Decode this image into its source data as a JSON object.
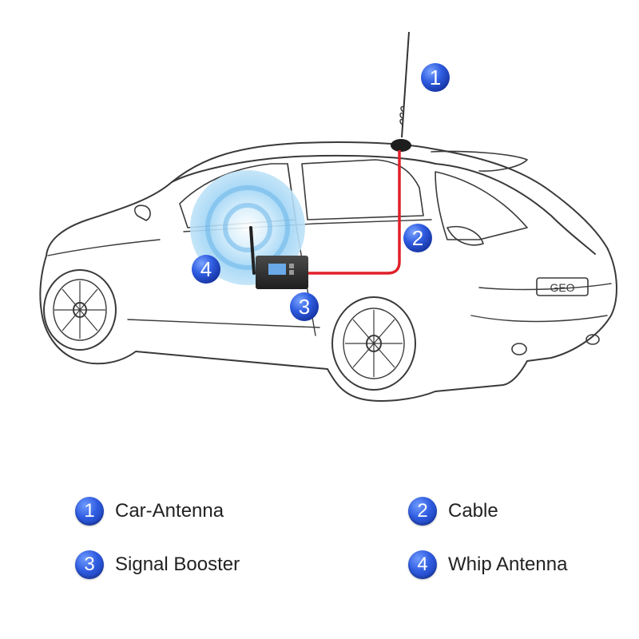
{
  "badges": [
    "1",
    "2",
    "3",
    "4"
  ],
  "car_plate": "GEO",
  "legend": [
    {
      "number": "1",
      "label": "Car-Antenna"
    },
    {
      "number": "2",
      "label": "Cable"
    },
    {
      "number": "3",
      "label": "Signal Booster"
    },
    {
      "number": "4",
      "label": "Whip Antenna"
    }
  ],
  "colors": {
    "badge_blue": "#2f5ce0",
    "cable_red": "#e0202a",
    "signal_blue": "#7fc6f2",
    "outline": "#3a3a3a"
  }
}
